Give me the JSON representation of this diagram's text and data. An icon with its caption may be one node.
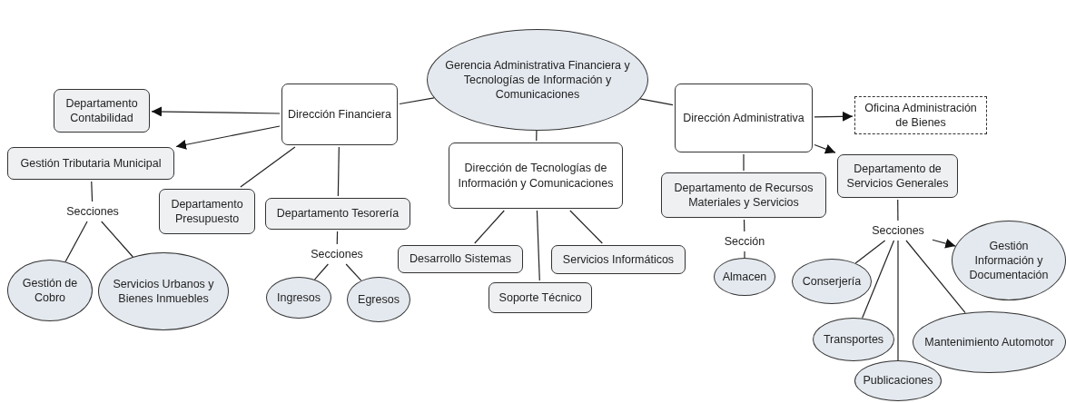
{
  "diagram": {
    "nodes": [
      {
        "text": [
          "Gerencia Administrativa Financiera y Tecnologías de Información y Comunicaciones"
        ]
      },
      {
        "text": [
          "Dirección Financiera"
        ]
      },
      {
        "text": [
          "Dirección Administrativa"
        ]
      },
      {
        "text": [
          "Oficina Administración de Bienes"
        ]
      },
      {
        "text": [
          "Departamento Contabilidad"
        ]
      },
      {
        "text": [
          "Gestión Tributaria Municipal"
        ]
      },
      {
        "text": [
          "Dirección de Tecnologías de Información y Comunicaciones"
        ]
      },
      {
        "text": [
          "Departamento de Servicios Generales"
        ]
      },
      {
        "text": [
          "Departamento de Recursos Materiales y Servicios"
        ]
      },
      {
        "text": [
          "Departamento Presupuesto"
        ]
      },
      {
        "text": [
          "Departamento Tesorería"
        ]
      },
      {
        "text": [
          "Secciones"
        ]
      },
      {
        "text": [
          "Secciones"
        ]
      },
      {
        "text": [
          "Sección"
        ]
      },
      {
        "text": [
          "Secciones"
        ]
      },
      {
        "text": [
          "Gestión de Cobro"
        ]
      },
      {
        "text": [
          "Servicios Urbanos y Bienes Inmuebles"
        ]
      },
      {
        "text": [
          "Ingresos"
        ]
      },
      {
        "text": [
          "Egresos"
        ]
      },
      {
        "text": [
          "Desarrollo Sistemas"
        ]
      },
      {
        "text": [
          "Servicios Informáticos"
        ]
      },
      {
        "text": [
          "Soporte Técnico"
        ]
      },
      {
        "text": [
          "Almacen"
        ]
      },
      {
        "text": [
          "Conserjería"
        ]
      },
      {
        "text": [
          "Gestión Información y Documentación"
        ]
      },
      {
        "text": [
          "Transportes"
        ]
      },
      {
        "text": [
          "Mantenimiento Automotor"
        ]
      },
      {
        "text": [
          "Publicaciones"
        ]
      }
    ],
    "edges": [
      {
        "from": 0,
        "to": 1,
        "arrow": "none"
      },
      {
        "from": 0,
        "to": 6,
        "arrow": "none"
      },
      {
        "from": 0,
        "to": 2,
        "arrow": "none"
      },
      {
        "from": 1,
        "to": 4,
        "arrow": "to"
      },
      {
        "from": 1,
        "to": 5,
        "arrow": "to"
      },
      {
        "from": 1,
        "to": 9,
        "arrow": "none"
      },
      {
        "from": 1,
        "to": 10,
        "arrow": "none"
      },
      {
        "from": 5,
        "to": 11,
        "arrow": "none"
      },
      {
        "from": 11,
        "to": 15,
        "arrow": "none"
      },
      {
        "from": 11,
        "to": 16,
        "arrow": "none"
      },
      {
        "from": 10,
        "to": 12,
        "arrow": "none"
      },
      {
        "from": 12,
        "to": 17,
        "arrow": "none"
      },
      {
        "from": 12,
        "to": 18,
        "arrow": "none"
      },
      {
        "from": 6,
        "to": 19,
        "arrow": "none"
      },
      {
        "from": 6,
        "to": 21,
        "arrow": "none"
      },
      {
        "from": 6,
        "to": 20,
        "arrow": "none"
      },
      {
        "from": 2,
        "to": 3,
        "arrow": "to"
      },
      {
        "from": 2,
        "to": 7,
        "arrow": "to"
      },
      {
        "from": 2,
        "to": 8,
        "arrow": "none"
      },
      {
        "from": 8,
        "to": 13,
        "arrow": "none"
      },
      {
        "from": 13,
        "to": 22,
        "arrow": "none"
      },
      {
        "from": 7,
        "to": 14,
        "arrow": "none"
      },
      {
        "from": 14,
        "to": 23,
        "arrow": "none"
      },
      {
        "from": 14,
        "to": 25,
        "arrow": "none"
      },
      {
        "from": 14,
        "to": 27,
        "arrow": "none"
      },
      {
        "from": 14,
        "to": 26,
        "arrow": "none"
      },
      {
        "from": 14,
        "to": 24,
        "arrow": "to"
      }
    ]
  }
}
